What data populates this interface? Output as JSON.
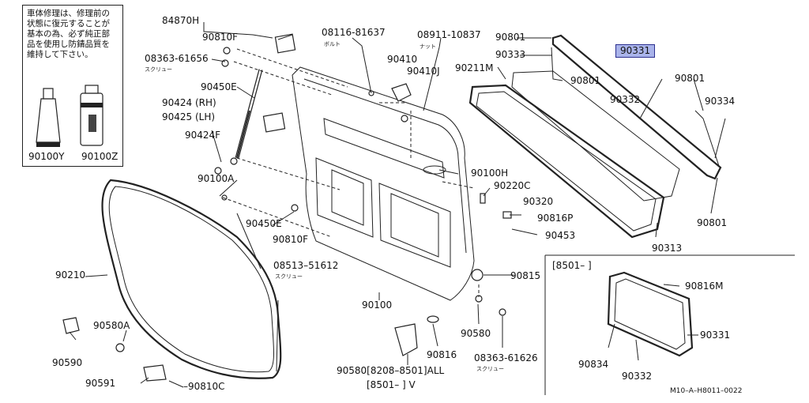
{
  "note": "車体修理は、修理前の状態に復元することが基本の為、必ず純正部品を使用し防錆品質を維持して下さい。",
  "inset_header": "[8501–   ]",
  "diagram_code": "M10–A–H8011–0022",
  "labels": {
    "p84870H": "84870H",
    "p90810F_a": "90810F",
    "p08363_61656": "08363-61656",
    "k_screw_a": "スクリュー",
    "p90450E_a": "90450E",
    "p90424RH": "90424 (RH)",
    "p90425LH": "90425 (LH)",
    "p90424F": "90424F",
    "p90100A": "90100A",
    "p90450E_b": "90450E",
    "p90810F_b": "90810F",
    "p90100Y": "90100Y",
    "p90100Z": "90100Z",
    "p08116_81637": "08116-81637",
    "k_bolt": "ボルト",
    "p08911_10837": "08911-10837",
    "k_nut": "ナット",
    "p90410": "90410",
    "p90410J": "90410J",
    "p90211M": "90211M",
    "p90801_a": "90801",
    "p90333": "90333",
    "p90801_b": "90801",
    "p90331_top": "90331",
    "p90801_c": "90801",
    "p90332_top": "90332",
    "p90334": "90334",
    "p90100H": "90100H",
    "p90220C": "90220C",
    "p90320": "90320",
    "p90816P": "90816P",
    "p90453": "90453",
    "p90801_d": "90801",
    "p90313": "90313",
    "p08513_51612": "08513–51612",
    "k_screw_b": "スクリュー",
    "p90210": "90210",
    "p90815": "90815",
    "p90100": "90100",
    "p90580A": "90580A",
    "p90590": "90590",
    "p90580": "90580",
    "p90816": "90816",
    "p08363_61626": "08363-61626",
    "k_screw_c": "スクリュー",
    "p90591": "90591",
    "p90810C": "–90810C",
    "p90580_range": "90580[8208–8501]ALL",
    "p8501_V": "[8501–    ]  V",
    "p90816M": "90816M",
    "p90331_inset": "90331",
    "p90834": "90834",
    "p90332_inset": "90332"
  }
}
